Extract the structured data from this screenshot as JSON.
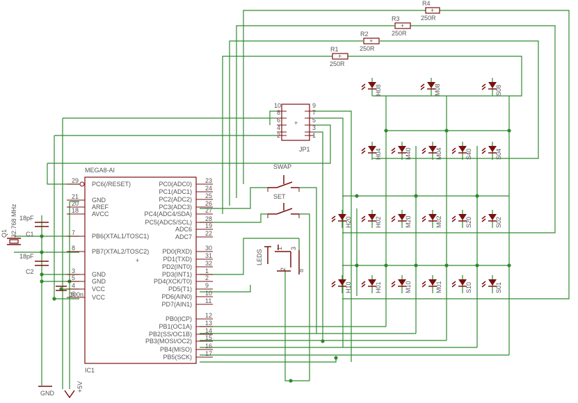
{
  "schematic": {
    "ic": {
      "name": "MEGA8-AI",
      "ref": "IC1",
      "left_pins": [
        {
          "num": "29",
          "label": "PC6(/RESET)"
        },
        {
          "num": "21",
          "label": "GND"
        },
        {
          "num": "20",
          "label": "AREF"
        },
        {
          "num": "18",
          "label": "AVCC"
        },
        {
          "num": "7",
          "label": "PB6(XTAL1/TOSC1)"
        },
        {
          "num": "8",
          "label": "PB7(XTAL2/TOSC2)"
        },
        {
          "num": "3",
          "label": "GND"
        },
        {
          "num": "5",
          "label": "GND"
        },
        {
          "num": "4",
          "label": "VCC"
        },
        {
          "num": "6",
          "label": "VCC"
        }
      ],
      "right_pins": [
        {
          "num": "23",
          "label": "PC0(ADC0)"
        },
        {
          "num": "24",
          "label": "PC1(ADC1)"
        },
        {
          "num": "25",
          "label": "PC2(ADC2)"
        },
        {
          "num": "26",
          "label": "PC3(ADC3)"
        },
        {
          "num": "27",
          "label": "PC4(ADC4/SDA)"
        },
        {
          "num": "28",
          "label": "PC5(ADC5/SCL)"
        },
        {
          "num": "19",
          "label": "ADC6"
        },
        {
          "num": "22",
          "label": "ADC7"
        },
        {
          "num": "30",
          "label": "PD0(RXD)"
        },
        {
          "num": "31",
          "label": "PD1(TXD)"
        },
        {
          "num": "32",
          "label": "PD2(INT0)"
        },
        {
          "num": "1",
          "label": "PD3(INT1)"
        },
        {
          "num": "2",
          "label": "PD4(XCK/T0)"
        },
        {
          "num": "9",
          "label": "PD5(T1)"
        },
        {
          "num": "10",
          "label": "PD6(AIN0)"
        },
        {
          "num": "11",
          "label": "PD7(AIN1)"
        },
        {
          "num": "12",
          "label": "PB0(ICP)"
        },
        {
          "num": "13",
          "label": "PB1(OC1A)"
        },
        {
          "num": "14",
          "label": "PB2(SS/OC1B)"
        },
        {
          "num": "15",
          "label": "PB3(MOSI/OC2)"
        },
        {
          "num": "16",
          "label": "PB4(MISO)"
        },
        {
          "num": "17",
          "label": "PB5(SCK)"
        }
      ]
    },
    "resistors": [
      {
        "ref": "R4",
        "value": "250R"
      },
      {
        "ref": "R3",
        "value": "250R"
      },
      {
        "ref": "R2",
        "value": "250R"
      },
      {
        "ref": "R1",
        "value": "250R"
      }
    ],
    "crystal": {
      "ref": "Q1",
      "value": "32.768 MHz"
    },
    "capacitors": [
      {
        "ref": "C1",
        "value": "18pF"
      },
      {
        "ref": "C2",
        "value": "18pF"
      },
      {
        "ref": "",
        "value": "100n"
      }
    ],
    "header": {
      "ref": "JP1",
      "left_pins": [
        "10",
        "8",
        "6",
        "4",
        "2"
      ],
      "right_pins": [
        "9",
        "7",
        "5",
        "3",
        "1"
      ]
    },
    "switches": [
      {
        "ref": "SWAP"
      },
      {
        "ref": "SET"
      }
    ],
    "led_switch": {
      "ref": "LEDS",
      "pins": [
        "1",
        "2",
        "3",
        "8"
      ]
    },
    "led_rows": [
      [
        "H08",
        "M08",
        "S08"
      ],
      [
        "H04",
        "M40",
        "M04",
        "S40",
        "S04"
      ],
      [
        "H20",
        "H02",
        "M20",
        "M02",
        "S20",
        "S02"
      ],
      [
        "H10",
        "H01",
        "M10",
        "M01",
        "S10",
        "S01"
      ]
    ],
    "power": {
      "gnd": "GND",
      "vcc": "+5V"
    }
  }
}
